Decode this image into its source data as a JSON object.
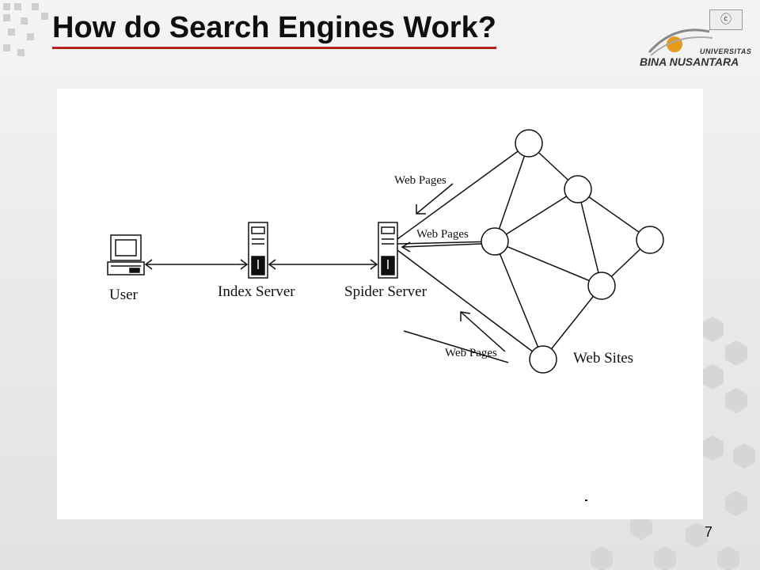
{
  "slide": {
    "title": "How do Search Engines Work?",
    "page_number": "7"
  },
  "logo": {
    "line1": "UNIVERSITAS",
    "line2": "BINA NUSANTARA"
  },
  "diagram": {
    "user_label": "User",
    "index_server_label": "Index Server",
    "spider_server_label": "Spider Server",
    "web_pages_top": "Web Pages",
    "web_pages_middle": "Web Pages",
    "web_pages_bottom": "Web Pages",
    "web_sites_label": "Web Sites"
  }
}
